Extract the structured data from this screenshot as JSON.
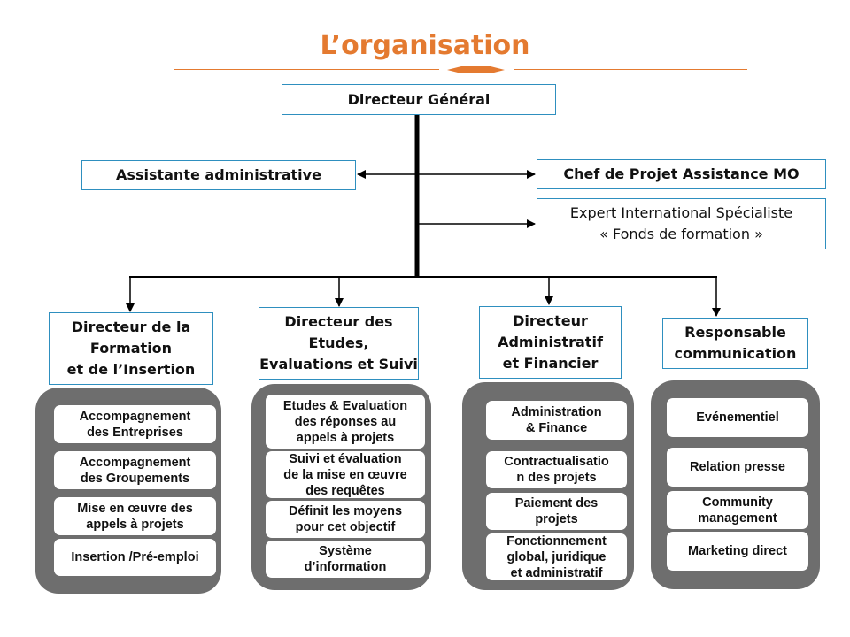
{
  "title": "L’organisation",
  "colors": {
    "accent": "#e47a30",
    "box_border": "#2e8fbf",
    "panel": "#6e6e6e",
    "connector": "#000000"
  },
  "top": {
    "dg": "Directeur Général",
    "assistante": "Assistante administrative",
    "chef_projet": "Chef de Projet Assistance MO",
    "expert": "Expert  International Spécialiste\n« Fonds de formation »"
  },
  "directors": [
    {
      "label": "Directeur de la\nFormation\net de l’Insertion",
      "items": [
        "Accompagnement\ndes Entreprises",
        "Accompagnement\ndes Groupements",
        "Mise en œuvre des\nappels à projets",
        "Insertion /Pré-emploi"
      ]
    },
    {
      "label": "Directeur des\nEtudes,\nEvaluations et Suivi",
      "items": [
        "Etudes & Evaluation\ndes réponses au\nappels à projets",
        "Suivi et évaluation\nde la mise en œuvre\ndes requêtes",
        "Définit les moyens\npour cet objectif",
        "Système\nd’information"
      ]
    },
    {
      "label": "Directeur\nAdministratif\net Financier",
      "items": [
        "Administration\n& Finance",
        "Contractualisatio\nn des projets",
        "Paiement des\nprojets",
        "Fonctionnement\nglobal, juridique\net administratif"
      ]
    },
    {
      "label": "Responsable\ncommunication",
      "items": [
        "Evénementiel",
        "Relation presse",
        "Community\nmanagement",
        "Marketing direct"
      ]
    }
  ]
}
